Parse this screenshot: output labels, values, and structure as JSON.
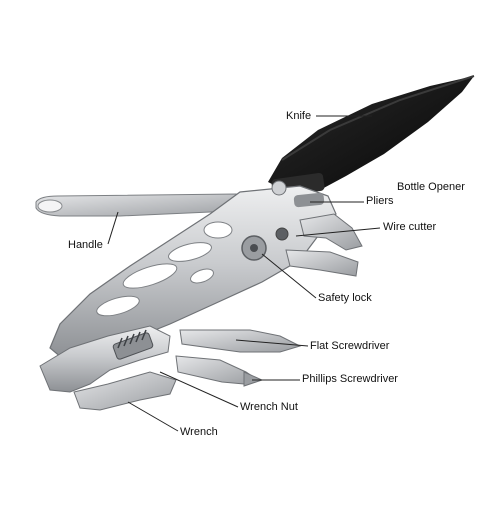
{
  "labels": {
    "knife": "Knife",
    "bottle_opener": "Bottle Opener",
    "pliers": "Pliers",
    "wire_cutter": "Wire cutter",
    "handle": "Handle",
    "safety_lock": "Safety lock",
    "flat_screwdriver": "Flat Screwdriver",
    "phillips_screwdriver": "Phillips Screwdriver",
    "wrench_nut": "Wrench Nut",
    "wrench": "Wrench"
  },
  "colors": {
    "blade": "#161616",
    "steel_light": "#d9dadc",
    "steel_mid": "#b4b6b9",
    "steel_dark": "#7d8084",
    "leader": "#222222",
    "text": "#111111"
  }
}
